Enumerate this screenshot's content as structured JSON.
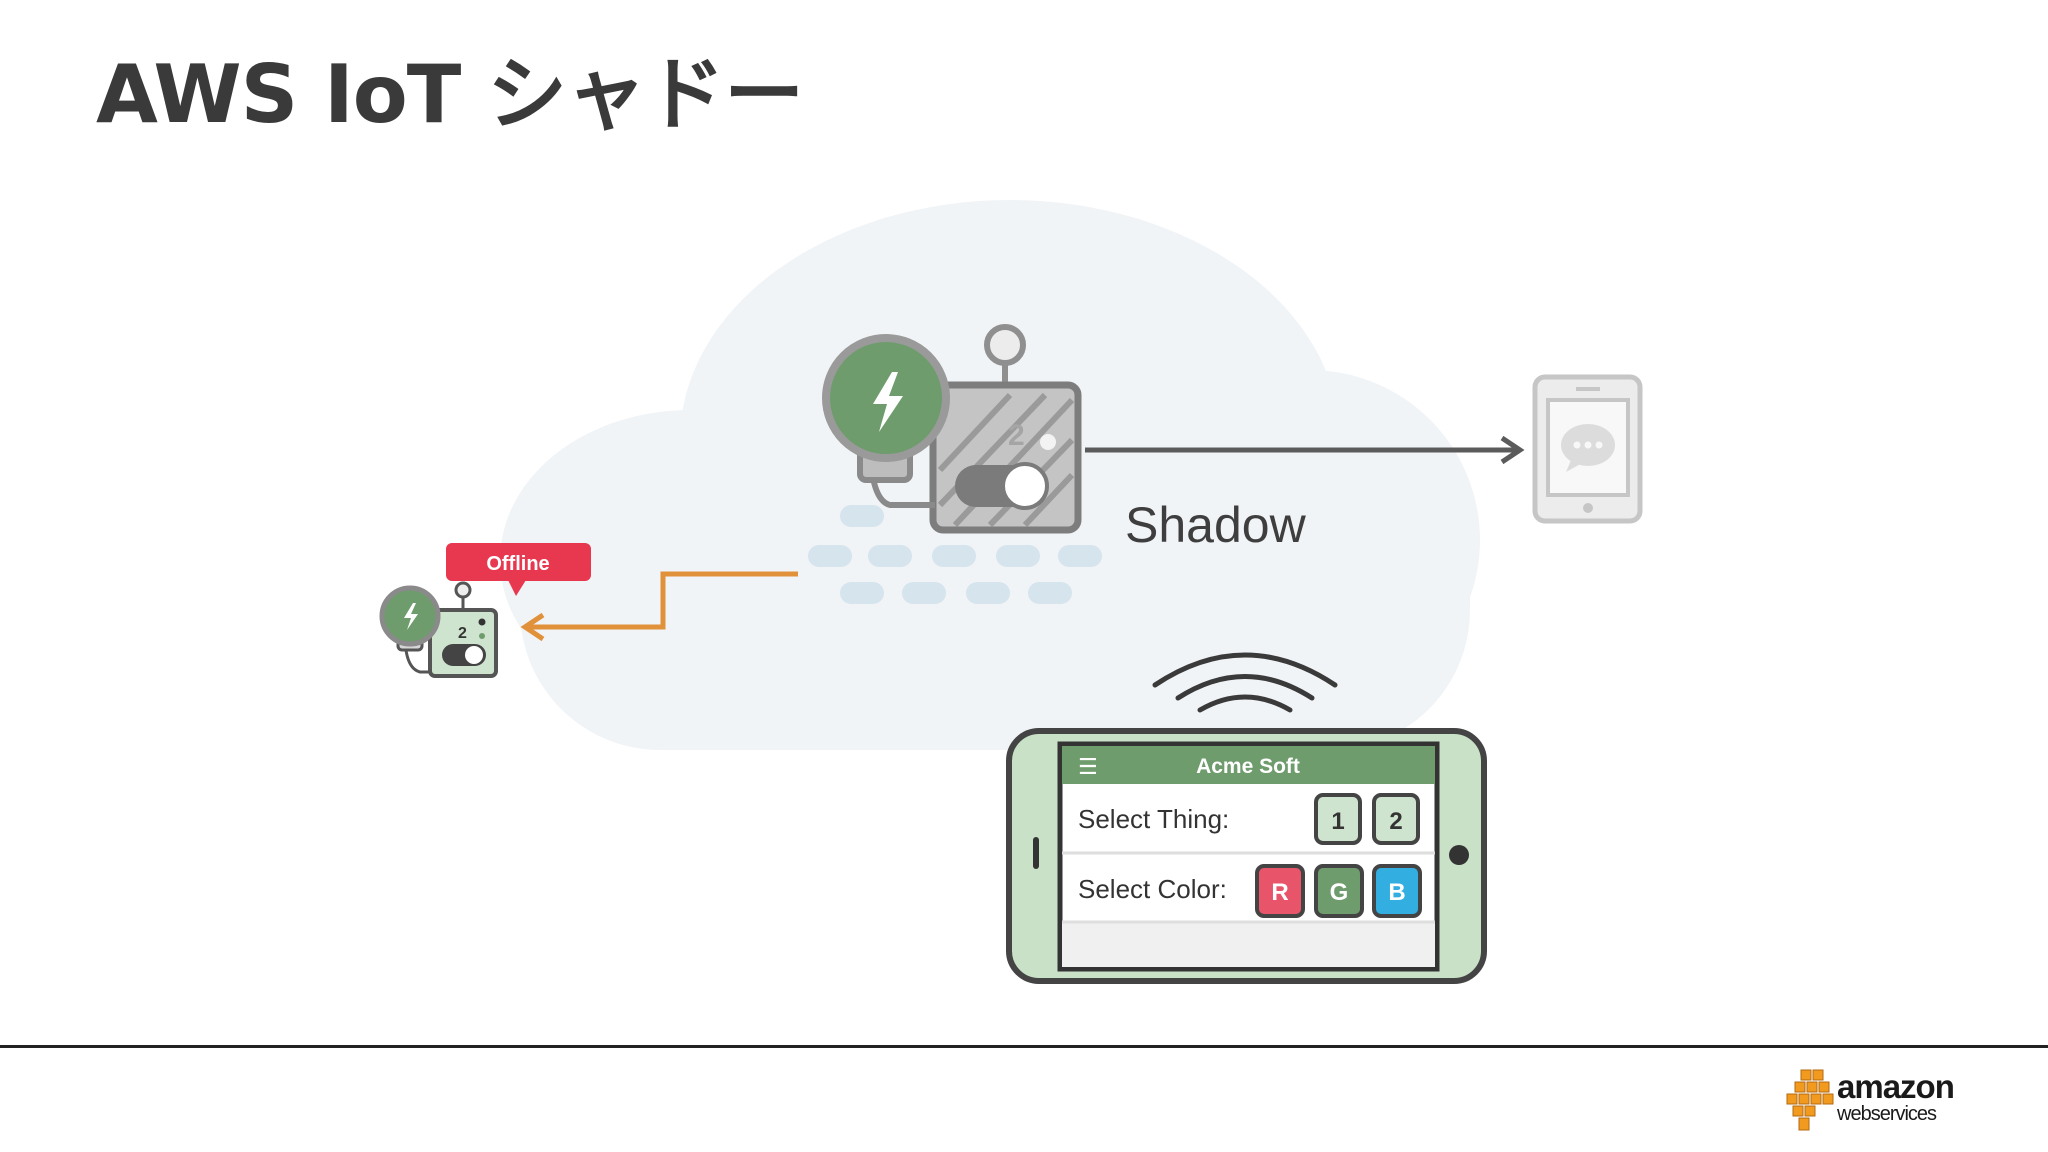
{
  "slide": {
    "title": "AWS IoT シャドー"
  },
  "diagram": {
    "shadow_label": "Shadow",
    "offline_badge": "Offline",
    "robot_number": "2",
    "app": {
      "title": "Acme Soft",
      "menu_glyph": "☰",
      "row1_label": "Select Thing:",
      "row1_buttons": [
        "1",
        "2"
      ],
      "row2_label": "Select Color:",
      "row2_buttons": [
        "R",
        "G",
        "B"
      ]
    },
    "colors": {
      "device_green": "#6f9c6d",
      "offline_red": "#e8384f",
      "orange_arrow": "#e0913a",
      "arrow_gray": "#5b5b5b",
      "cloud": "#f0f3f6",
      "red_btn": "#e8556a",
      "green_btn": "#6f9c6d",
      "blue_btn": "#33aee0"
    }
  },
  "footer": {
    "logo_line1": "amazon",
    "logo_line2": "webservices"
  }
}
